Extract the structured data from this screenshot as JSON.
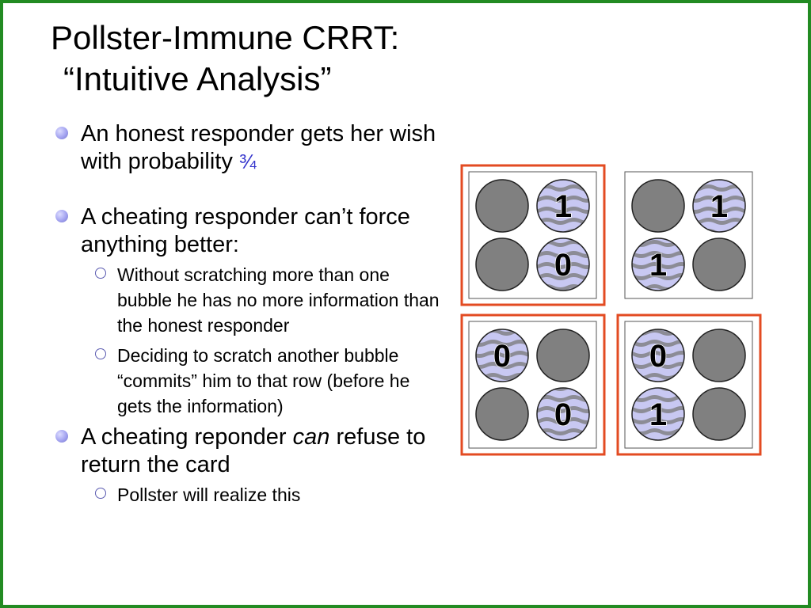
{
  "title": {
    "line1": "Pollster-Immune CRRT:",
    "line2": "“Intuitive Analysis”"
  },
  "bullets": {
    "b1": {
      "text": "An honest responder gets her wish with probability ",
      "fraction": "¾"
    },
    "b2": {
      "text": "A cheating responder can’t force anything better:",
      "sub": [
        "Without scratching more than one bubble he has no more information than the honest responder",
        "Deciding to scratch another bubble “commits” him to that row (before he gets the information)"
      ]
    },
    "b3": {
      "text_before": "A cheating reponder ",
      "text_emph": "can",
      "text_after": " refuse to return the card",
      "sub": [
        "Pollster will realize this"
      ]
    }
  },
  "cards": [
    {
      "highlighted": true,
      "bubbles": [
        "",
        "1",
        "",
        "0"
      ]
    },
    {
      "highlighted": false,
      "bubbles": [
        "",
        "1",
        "1",
        ""
      ]
    },
    {
      "highlighted": true,
      "bubbles": [
        "0",
        "",
        "",
        "0"
      ]
    },
    {
      "highlighted": true,
      "bubbles": [
        "0",
        "",
        "1",
        ""
      ]
    }
  ],
  "colors": {
    "slide_border": "#228b22",
    "highlight_frame": "#e34b22",
    "covered_bubble": "#808080",
    "scratched_bubble": "#c8c8f2",
    "stripe": "#8c8c96",
    "bullet_accent": "#3333cc"
  }
}
